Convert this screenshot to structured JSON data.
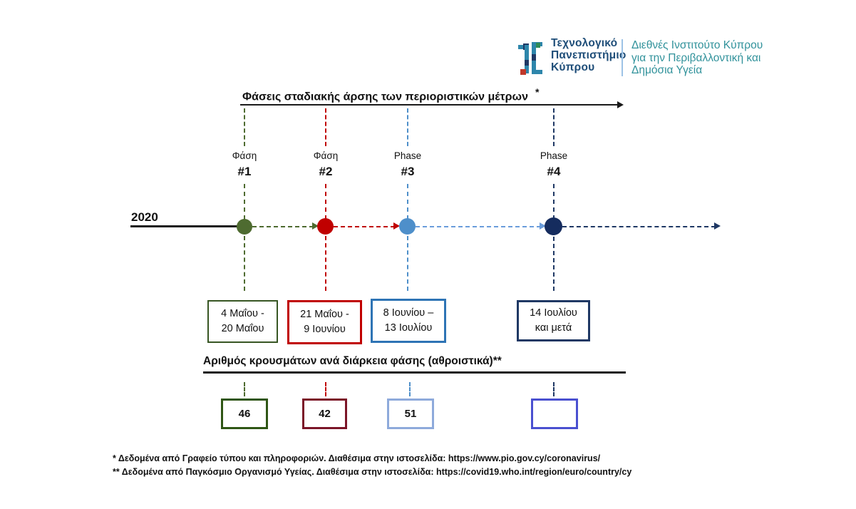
{
  "header": {
    "university_name_lines": [
      "Τεχνολογικό",
      "Πανεπιστήμιο",
      "Κύπρου"
    ],
    "institute_name_lines": [
      "Διεθνές Ινστιτούτο Κύπρου",
      "για την Περιβαλλοντική και",
      "Δημόσια Υγεία"
    ],
    "brand_colors": {
      "navy": "#1F4E79",
      "teal": "#31929B",
      "light_blue": "#2E86AB",
      "accent_red": "#C0392B",
      "accent_green": "#2E8B57"
    }
  },
  "phases_section": {
    "title": "Φάσεις σταδιακής άρσης των περιοριστικών μέτρων",
    "footnote_marker": "*",
    "year_label": "2020",
    "phases": [
      {
        "label": "Φάση",
        "number": "#1",
        "date_line1": "4 Μαΐου -",
        "date_line2": "20 Μαΐου",
        "color": "#4E6B30",
        "box_border": "#375623"
      },
      {
        "label": "Φάση",
        "number": "#2",
        "date_line1": "21 Μαΐου -",
        "date_line2": "9 Ιουνίου",
        "color": "#C00000",
        "box_border": "#C00000"
      },
      {
        "label": "Phase",
        "number": "#3",
        "date_line1": "8 Ιουνίου –",
        "date_line2": "13 Ιουλίου",
        "color": "#4E8FCA",
        "box_border": "#2E74B5"
      },
      {
        "label": "Phase",
        "number": "#4",
        "date_line1": "14 Ιουλίου",
        "date_line2": "και μετά",
        "color": "#1F3864",
        "box_border": "#1F3864"
      }
    ]
  },
  "cases_section": {
    "title": "Αριθμός κρουσμάτων ανά διάρκεια φάσης (αθροιστικά)**",
    "counts": [
      {
        "value": "46",
        "border": "#2F5615"
      },
      {
        "value": "42",
        "border": "#7B1528"
      },
      {
        "value": "51",
        "border": "#8EAADB"
      },
      {
        "value": "",
        "border": "#4A50D0"
      }
    ]
  },
  "footnotes": [
    "* Δεδομένα από Γραφείο τύπου και πληροφοριών. Διαθέσιμα στην ιστοσελίδα: https://www.pio.gov.cy/coronavirus/",
    "** Δεδομένα από Παγκόσμιο Οργανισμό Υγείας. Διαθέσιμα στην ιστοσελίδα: https://covid19.who.int/region/euro/country/cy"
  ]
}
